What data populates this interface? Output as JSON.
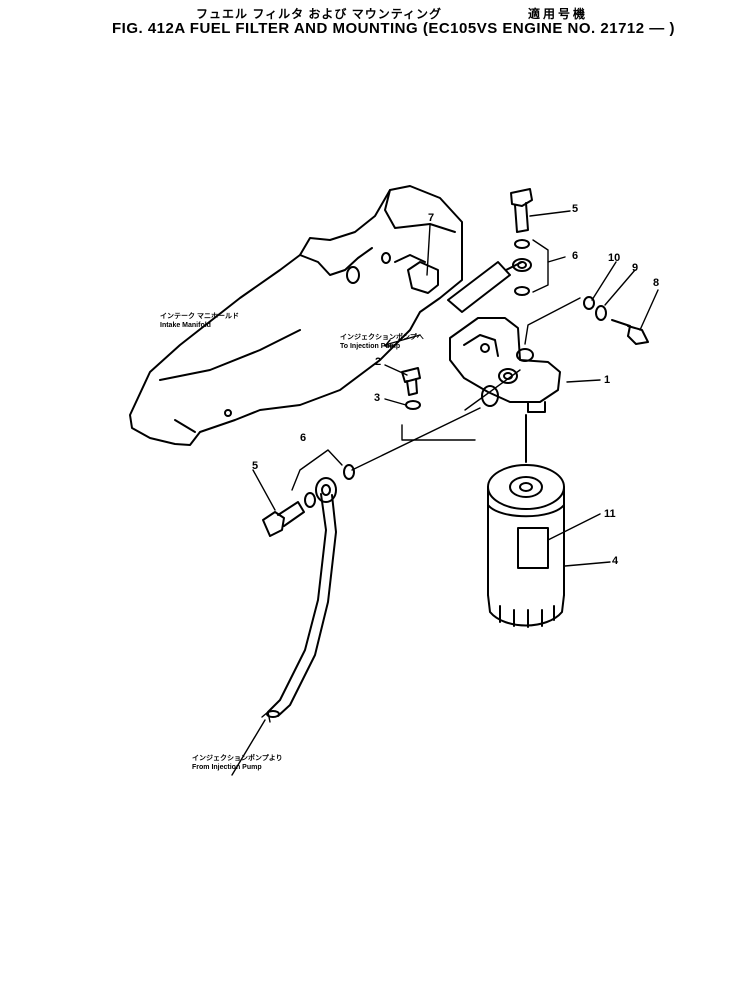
{
  "header": {
    "title_jp": "フュエル フィルタ および マウンティング",
    "applicability_jp": "適用号機",
    "title_en": "FIG. 412A  FUEL  FILTER  AND  MOUNTING  (EC105VS  ENGINE  NO.  21712 — )"
  },
  "labels": {
    "intake_manifold_jp": "インテーク マニホールド",
    "intake_manifold_en": "Intake Manifold",
    "to_pump_jp": "インジェクションポンプへ",
    "to_pump_en": "To Injection Pump",
    "from_pump_jp": "インジェクションポンプより",
    "from_pump_en": "From Injection Pump"
  },
  "callouts": {
    "c1": "1",
    "c2": "2",
    "c3": "3",
    "c4": "4",
    "c5a": "5",
    "c5b": "5",
    "c6a": "6",
    "c6b": "6",
    "c7": "7",
    "c8": "8",
    "c9": "9",
    "c10": "10",
    "c11": "11"
  }
}
